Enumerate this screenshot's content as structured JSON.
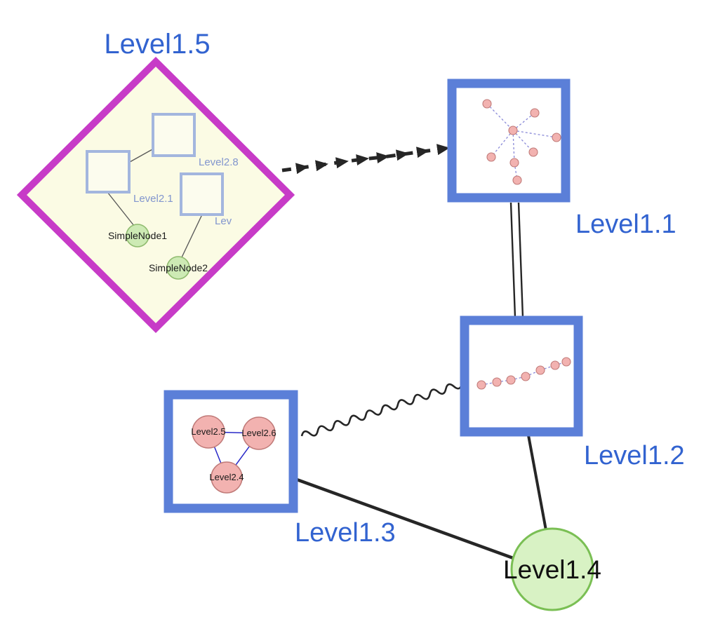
{
  "diagram": {
    "nodes": [
      {
        "id": "level1-5",
        "shape": "diamond",
        "label": "Level1.5"
      },
      {
        "id": "level1-1",
        "shape": "square",
        "label": "Level1.1"
      },
      {
        "id": "level1-2",
        "shape": "square",
        "label": "Level1.2"
      },
      {
        "id": "level1-3",
        "shape": "square",
        "label": "Level1.3"
      },
      {
        "id": "level1-4",
        "shape": "circle",
        "label": "Level1.4"
      }
    ],
    "edges": [
      {
        "from": "level1-5",
        "to": "level1-1",
        "style": "dashed-arrows"
      },
      {
        "from": "level1-1",
        "to": "level1-2",
        "style": "double-line"
      },
      {
        "from": "level1-3",
        "to": "level1-2",
        "style": "wavy"
      },
      {
        "from": "level1-3",
        "to": "level1-4",
        "style": "solid"
      },
      {
        "from": "level1-2",
        "to": "level1-4",
        "style": "solid"
      }
    ],
    "level15_contents": {
      "squares": [
        {
          "label": "Level2.8"
        },
        {
          "label": "Level2.1"
        },
        {
          "label": "Lev"
        }
      ],
      "circles": [
        {
          "label": "SimpleNode1"
        },
        {
          "label": "SimpleNode2"
        }
      ]
    },
    "level13_contents": {
      "circles": [
        {
          "label": "Level2.5"
        },
        {
          "label": "Level2.6"
        },
        {
          "label": "Level2.4"
        }
      ]
    },
    "colors": {
      "label_blue": "#3263d0",
      "inner_label_blue": "#8296ce",
      "diamond_border": "#c73bc7",
      "diamond_fill": "#fbfbe4",
      "inner_square_border": "#a3b6de",
      "inner_square_fill": "#fcfcee",
      "green_fill": "#cdeab4",
      "green_stroke": "#8fbb6e",
      "big_green_fill": "#d8f2c4",
      "big_green_stroke": "#7abf54",
      "square_border": "#5b7fd8",
      "square_fill": "#ffffff",
      "pink_fill": "#f2b2b0",
      "pink_stroke": "#c07a78",
      "inner_edge_blue": "#2a2ac8",
      "dashed_edge_blue": "#8a8ad8",
      "inner_edge_gray": "#5a5a5a",
      "edge_dark": "#262626"
    }
  }
}
